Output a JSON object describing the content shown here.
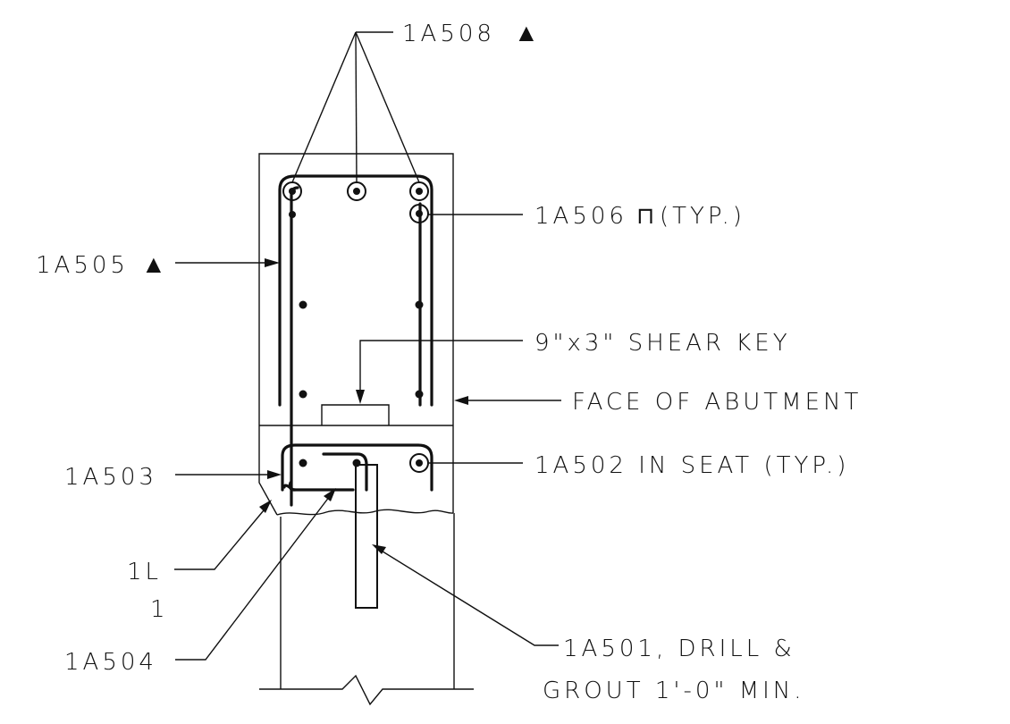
{
  "labels": {
    "top_bars": "1A508",
    "top_bars_symbol": "▲",
    "corner_bars": "1A506",
    "corner_bars_symbol": "⊓",
    "corner_bars_note": "(TYP.)",
    "stirrup": "1A505",
    "stirrup_symbol": "▲",
    "shear_key": "9\"x3\" SHEAR KEY",
    "abutment_face": "FACE OF ABUTMENT",
    "seat_stirrup": "1A503",
    "seat_bars": "1A502 IN SEAT (TYP.)",
    "chamfer_line1": "1L",
    "chamfer_line2": "1",
    "seat_hook": "1A504",
    "dowel_line1": "1A501, DRILL &",
    "dowel_line2": "GROUT 1'-0\" MIN."
  }
}
